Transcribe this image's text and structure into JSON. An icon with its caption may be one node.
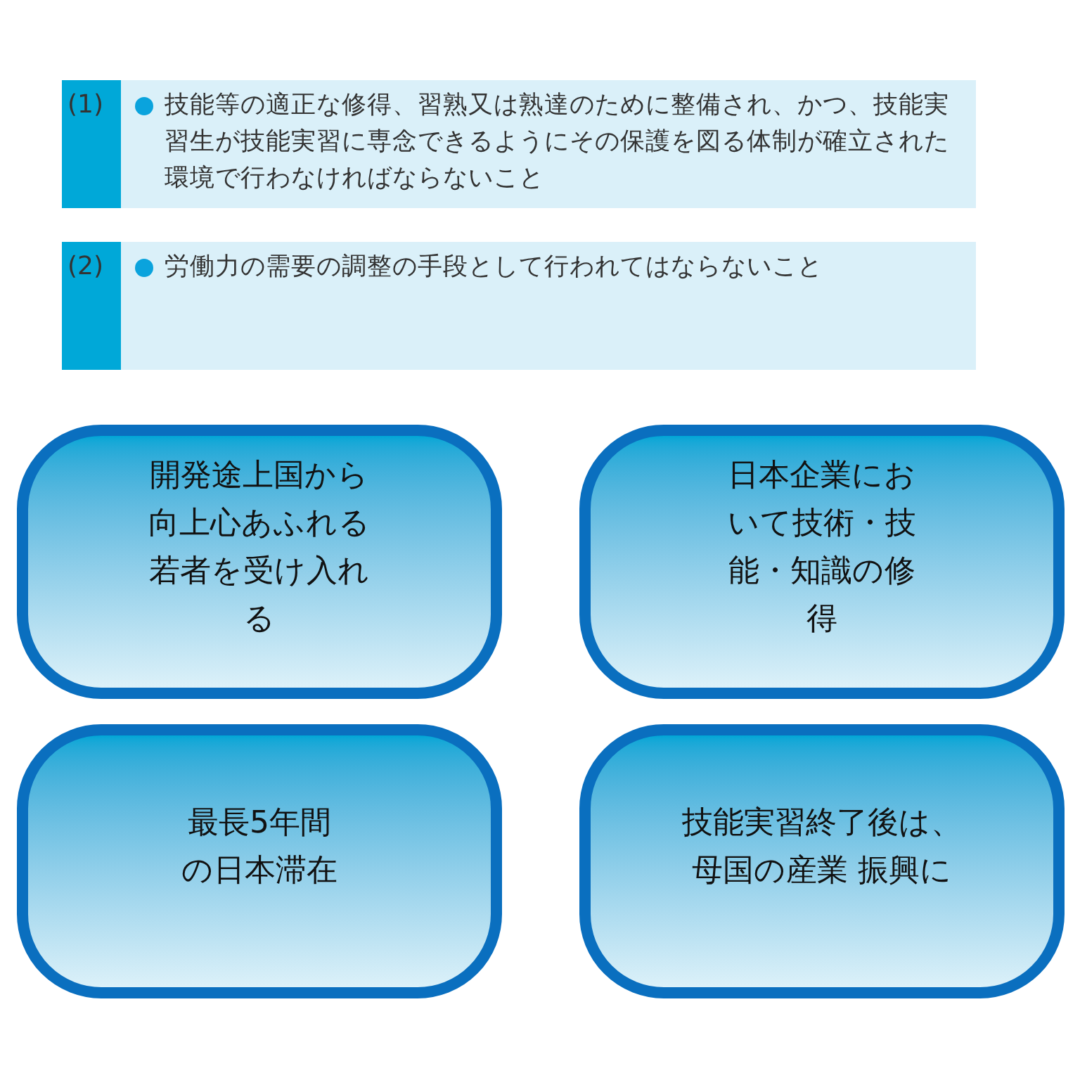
{
  "diagram": {
    "nodes": [
      {
        "text": [
          "(1)",
          "技能等の適正な修得、習熟又は熟達のために整備され、かつ、技能実習生が技能実習に専念できるようにその保護を図る体制が確立された環境で行わなければならないこと"
        ]
      },
      {
        "text": [
          "(2)",
          "労働力の需要の調整の手段として行われてはならないこと"
        ]
      },
      {
        "text": [
          "開発途上国から向上心あふれる若者を受け入れる"
        ]
      },
      {
        "text": [
          "日本企業において技術・技能・知識の修得"
        ]
      },
      {
        "text": [
          "最長5年間の日本滞在"
        ]
      },
      {
        "text": [
          "技能実習終了後は、母国の産業 振興に"
        ]
      }
    ]
  }
}
